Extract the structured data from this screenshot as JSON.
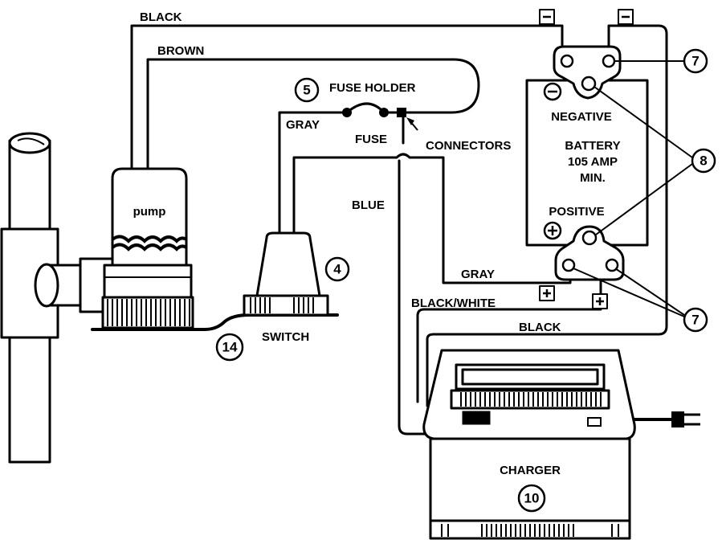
{
  "wire_labels": {
    "black_top": "BLACK",
    "brown": "BROWN",
    "gray_top": "GRAY",
    "fuse_holder": "FUSE HOLDER",
    "fuse": "FUSE",
    "connectors": "CONNECTORS",
    "blue": "BLUE",
    "gray_bottom": "GRAY",
    "black_white": "BLACK/WHITE",
    "black_bottom": "BLACK"
  },
  "components": {
    "pump": "pump",
    "switch": "SWITCH",
    "battery": {
      "negative": "NEGATIVE",
      "line1": "BATTERY",
      "line2": "105 AMP",
      "line3": "MIN.",
      "positive": "POSITIVE"
    },
    "charger": "CHARGER"
  },
  "callouts": {
    "fuse_holder": "5",
    "switch": "4",
    "switch_base": "14",
    "terminals_top": "7",
    "battery_posts": "8",
    "terminals_bottom": "7",
    "charger": "10"
  }
}
